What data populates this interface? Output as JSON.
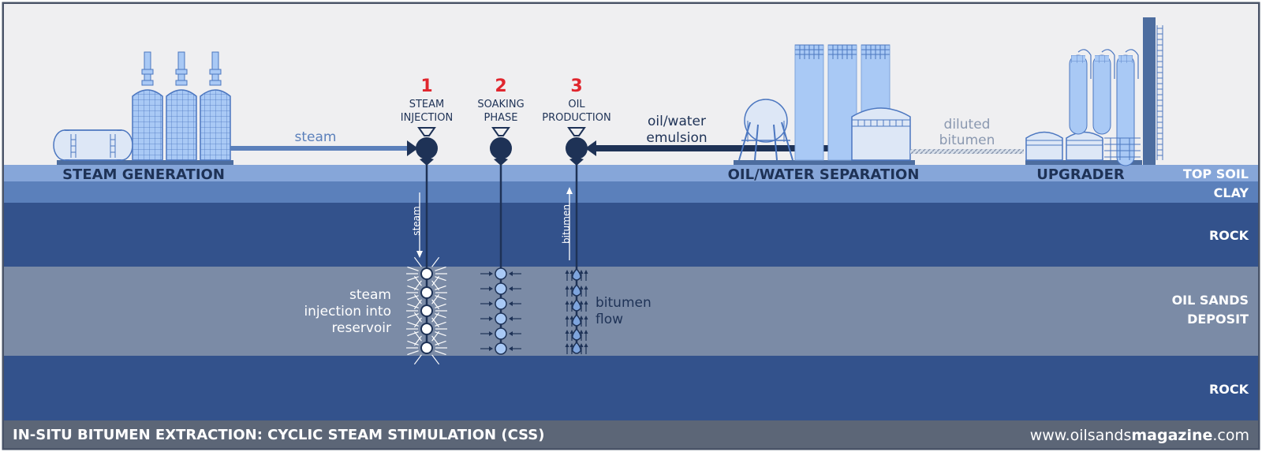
{
  "facilities": {
    "steam_generation": "STEAM GENERATION",
    "oil_water_separation": "OIL/WATER SEPARATION",
    "upgrader": "UPGRADER"
  },
  "pipes": {
    "steam": "steam",
    "emulsion_line1": "oil/water",
    "emulsion_line2": "emulsion",
    "diluted_line1": "diluted",
    "diluted_line2": "bitumen"
  },
  "stages": [
    {
      "number": "1",
      "line1": "STEAM",
      "line2": "INJECTION"
    },
    {
      "number": "2",
      "line1": "SOAKING",
      "line2": "PHASE"
    },
    {
      "number": "3",
      "line1": "OIL",
      "line2": "PRODUCTION"
    }
  ],
  "wells": {
    "steam_down": "steam",
    "bitumen_up": "bitumen",
    "injection_line1": "steam",
    "injection_line2": "injection into",
    "injection_line3": "reservoir",
    "flow_line1": "bitumen",
    "flow_line2": "flow"
  },
  "layers": {
    "top_soil": "TOP SOIL",
    "clay": "CLAY",
    "rock_upper": "ROCK",
    "oil_sands_line1": "OIL SANDS",
    "oil_sands_line2": "DEPOSIT",
    "rock_lower": "ROCK"
  },
  "footer": {
    "title": "IN-SITU BITUMEN EXTRACTION: CYCLIC STEAM STIMULATION (CSS)",
    "site_prefix": "www.oilsands",
    "site_bold": "magazine",
    "site_suffix": ".com"
  },
  "colors": {
    "sky": "#efeff1",
    "top_soil": "#86a6d9",
    "clay": "#5b80bb",
    "rock": "#33528c",
    "oil_sands": "#7b8ba6",
    "footer": "#5c6677",
    "stage_number": "#e0262e",
    "navy": "#1e3256",
    "equipment": "#a9c9f5"
  }
}
